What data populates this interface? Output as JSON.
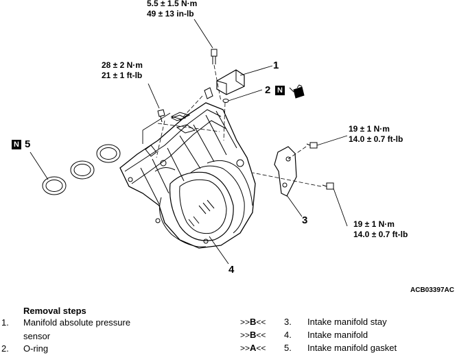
{
  "torques": {
    "sensor_bolt": [
      "5.5 ± 1.5 N·m",
      "49 ± 13 in-lb"
    ],
    "manifold_bolt": [
      "28 ± 2 N·m",
      "21 ± 1 ft-lb"
    ],
    "stay_bolt_upper": [
      "19 ± 1 N·m",
      "14.0 ± 0.7 ft-lb"
    ],
    "stay_bolt_lower": [
      "19 ± 1 N·m",
      "14.0 ± 0.7 ft-lb"
    ]
  },
  "callouts": {
    "c1": "1",
    "c2": "2",
    "c3": "3",
    "c4": "4",
    "c5": "5",
    "n_badge": "N"
  },
  "figure_code": "ACB03397AC",
  "removal": {
    "title": "Removal steps",
    "steps_left": [
      {
        "num": "1.",
        "lines": [
          "Manifold absolute pressure",
          "sensor"
        ]
      },
      {
        "num": "2.",
        "lines": [
          "O-ring"
        ]
      }
    ],
    "steps_right": [
      {
        "prefix": ">>",
        "letter": "B",
        "suffix": "<<",
        "num": "3.",
        "text": "Intake manifold stay"
      },
      {
        "prefix": ">>",
        "letter": "B",
        "suffix": "<<",
        "num": "4.",
        "text": "Intake manifold"
      },
      {
        "prefix": ">>",
        "letter": "A",
        "suffix": "<<",
        "num": "5.",
        "text": "Intake manifold gasket"
      }
    ]
  }
}
